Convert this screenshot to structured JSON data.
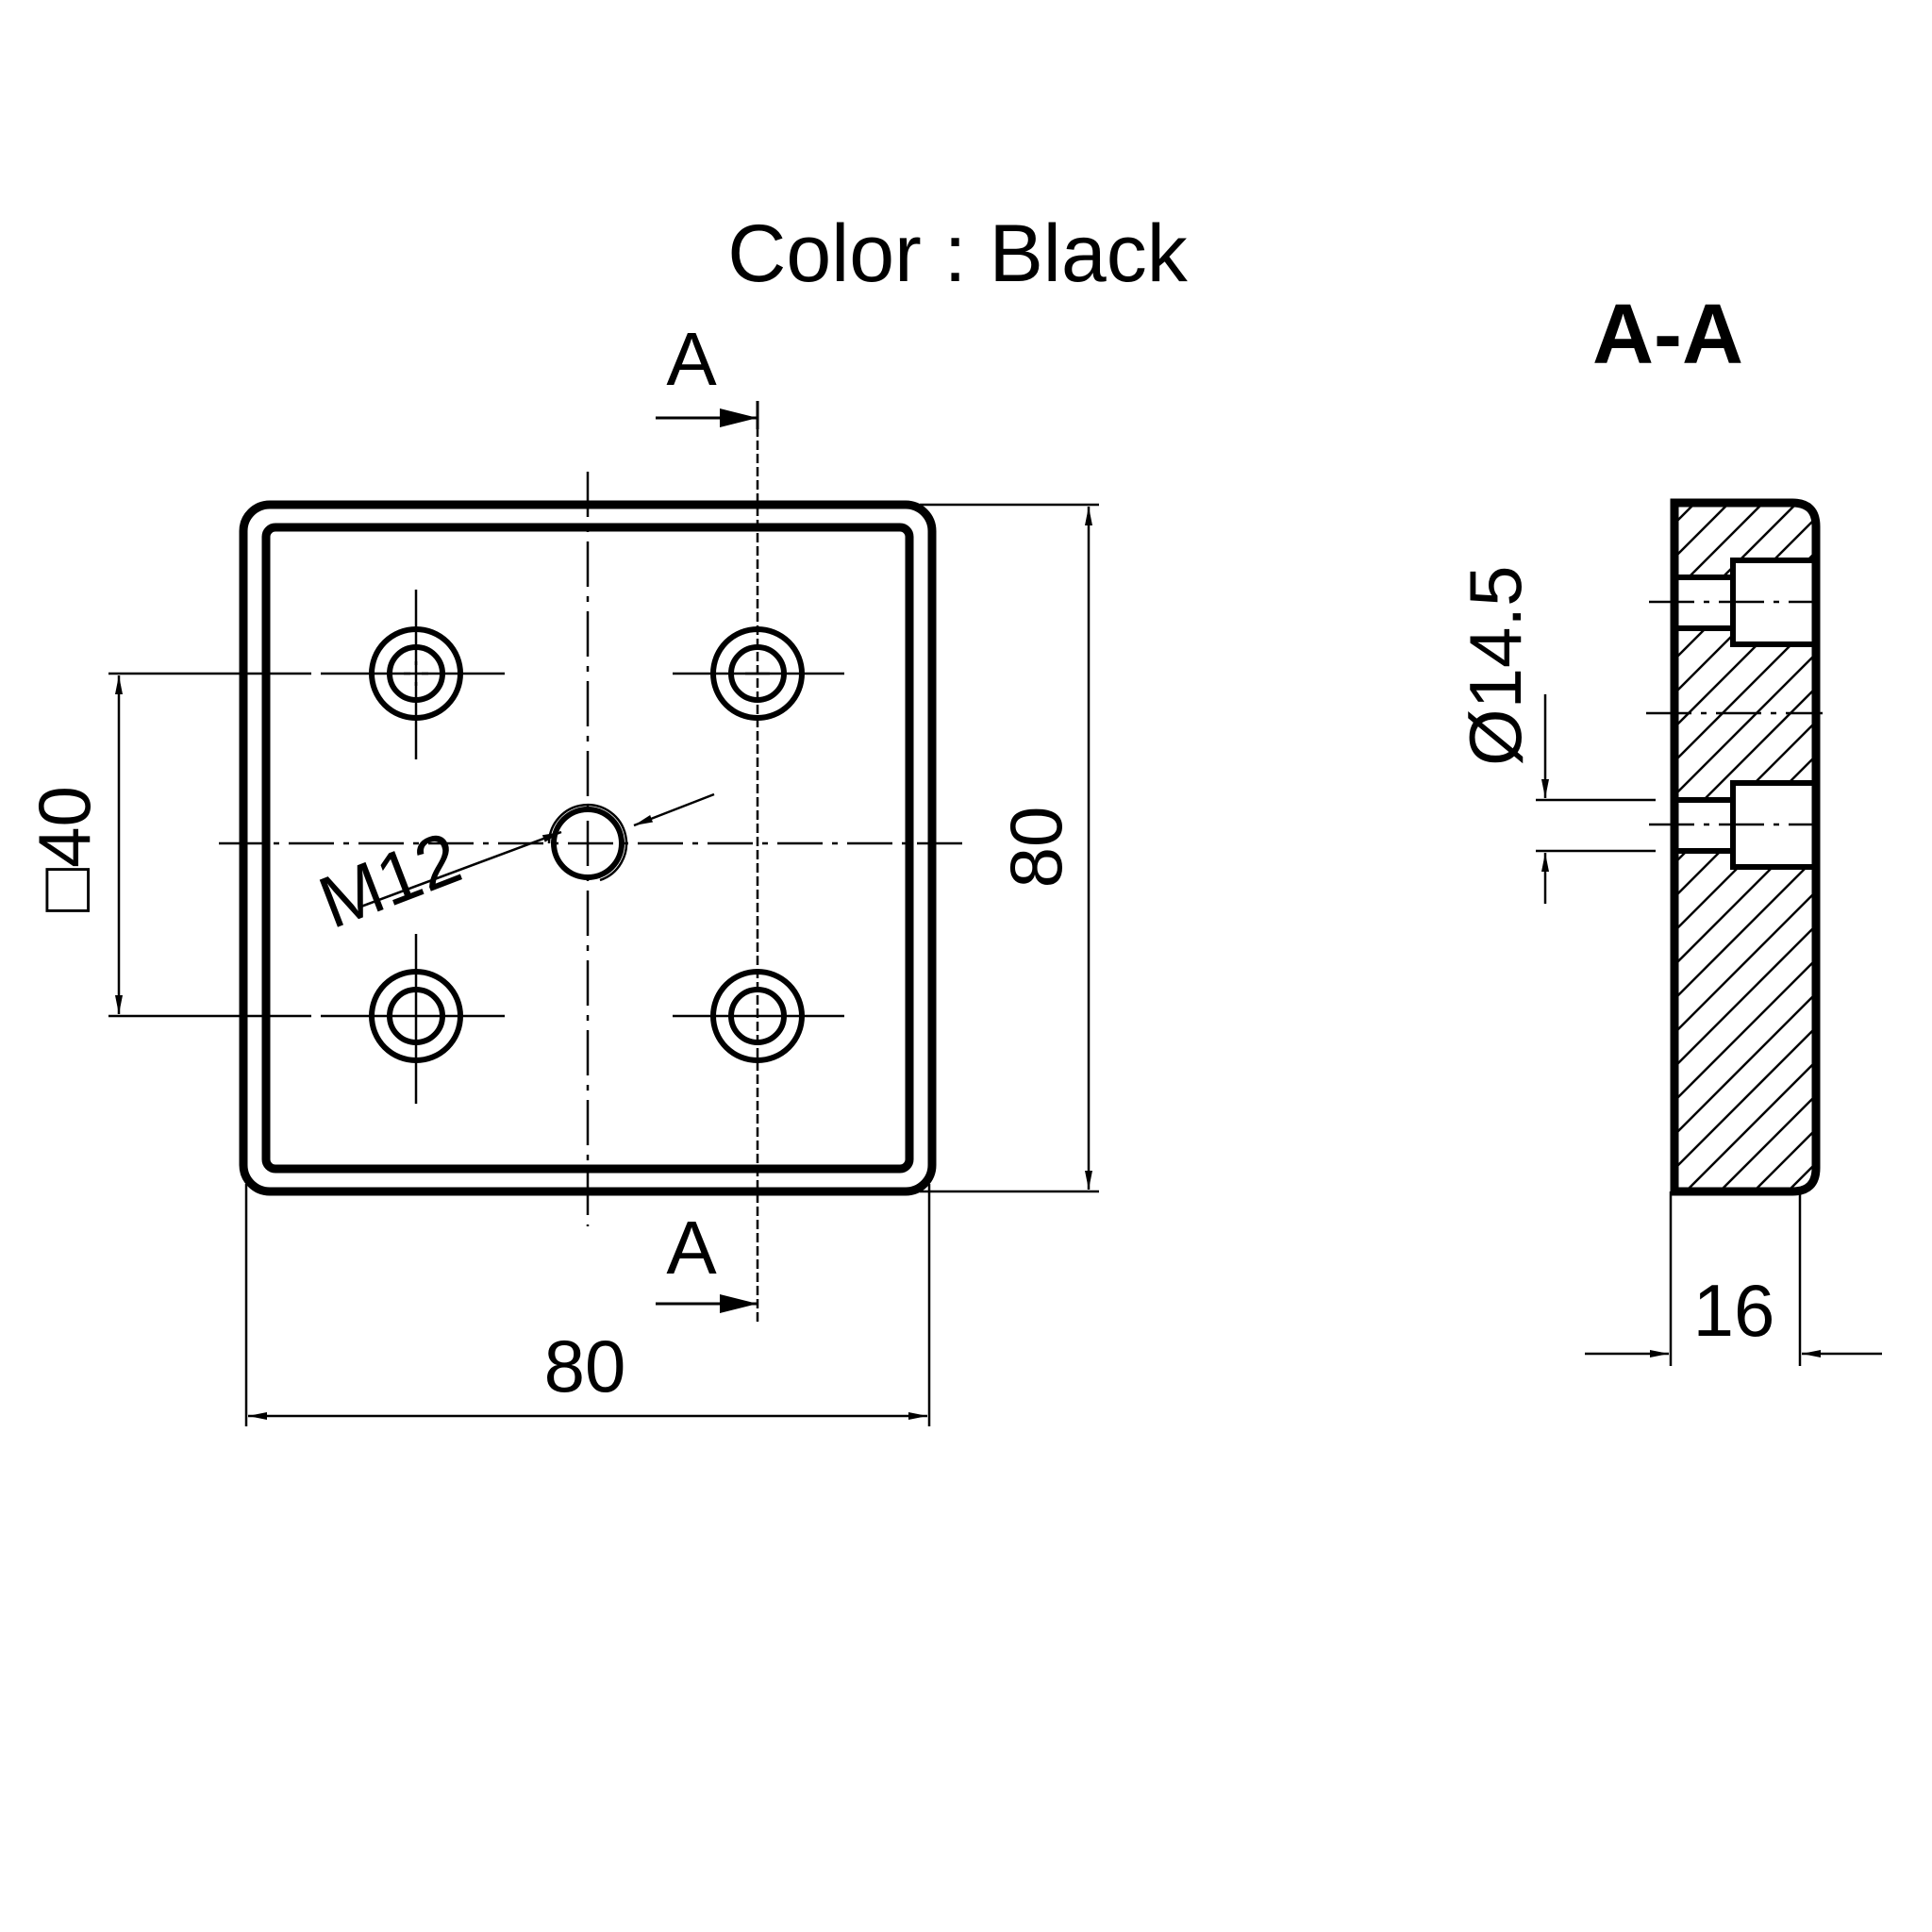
{
  "title": "Color : Black",
  "front_view": {
    "section_marker_top": "A",
    "section_marker_bottom": "A",
    "dimensions": {
      "width": "80",
      "height": "80",
      "hole_pattern": "□40",
      "center_thread": "M12"
    }
  },
  "section_view": {
    "label": "A-A",
    "dimensions": {
      "counterbore_diameter": "Ø14.5",
      "thickness": "16"
    }
  }
}
